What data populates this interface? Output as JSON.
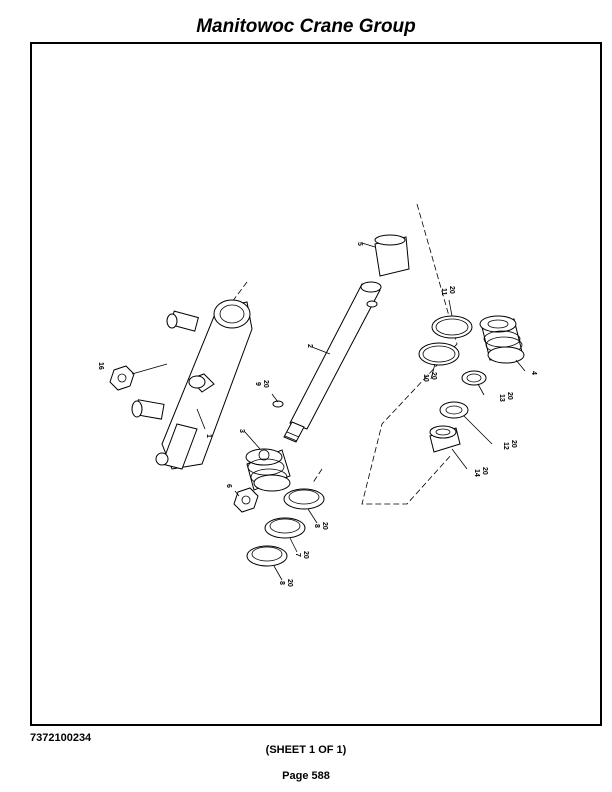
{
  "header": {
    "title": "Manitowoc Crane Group"
  },
  "footer": {
    "doc_number": "7372100234",
    "sheet": "(SHEET 1 OF 1)",
    "page": "Page 588"
  },
  "callouts": {
    "c1": "1",
    "c2": "2",
    "c3": "3",
    "c4": "4",
    "c5": "5",
    "c6": "6",
    "c7": "7",
    "c8a": "8",
    "c8b": "8",
    "c9": "9",
    "c10": "10",
    "c11": "11",
    "c12": "12",
    "c13": "13",
    "c14": "14",
    "c16": "16",
    "q20_7": "20",
    "q20_8a": "20",
    "q20_8b": "20",
    "q20_9": "20",
    "q20_10": "20",
    "q20_11": "20",
    "q20_12": "20",
    "q20_13": "20",
    "q20_14": "20"
  }
}
